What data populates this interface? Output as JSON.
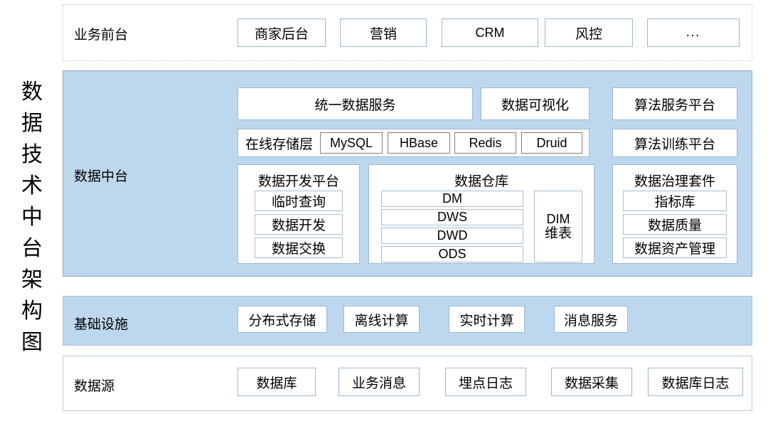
{
  "diagram": {
    "title_vertical": "数据技术中台架构图",
    "title_chars": [
      "数",
      "据",
      "技",
      "术",
      "中",
      "台",
      "架",
      "构",
      "图"
    ],
    "colors": {
      "band_fill_blue": "#bdd7ee",
      "band_border_blue": "#8ea9c4",
      "card_border": "#9cb8d4",
      "card_border_gray": "#808080",
      "card_fill": "#ffffff",
      "page_background": "#ffffff"
    },
    "layers": {
      "business_front": {
        "label": "业务前台",
        "items": [
          "商家后台",
          "营销",
          "CRM",
          "风控",
          "..."
        ]
      },
      "data_middle_platform": {
        "label": "数据中台",
        "row1": {
          "unified_data_service": "统一数据服务",
          "data_visualization": "数据可视化",
          "algorithm_service_platform": "算法服务平台"
        },
        "row2": {
          "online_storage_layer": "在线存储层",
          "stores": [
            "MySQL",
            "HBase",
            "Redis",
            "Druid"
          ],
          "algorithm_training_platform": "算法训练平台"
        },
        "row3": {
          "data_dev_platform": {
            "title": "数据开发平台",
            "items": [
              "临时查询",
              "数据开发",
              "数据交换"
            ]
          },
          "data_warehouse": {
            "title": "数据仓库",
            "layers": [
              "DM",
              "DWS",
              "DWD",
              "ODS"
            ],
            "dim": {
              "line1": "DIM",
              "line2": "维表"
            }
          },
          "data_governance_suite": {
            "title": "数据治理套件",
            "items": [
              "指标库",
              "数据质量",
              "数据资产管理"
            ]
          }
        }
      },
      "infrastructure": {
        "label": "基础设施",
        "items": [
          "分布式存储",
          "离线计算",
          "实时计算",
          "消息服务"
        ]
      },
      "data_source": {
        "label": "数据源",
        "items": [
          "数据库",
          "业务消息",
          "埋点日志",
          "数据采集",
          "数据库日志"
        ]
      }
    }
  }
}
